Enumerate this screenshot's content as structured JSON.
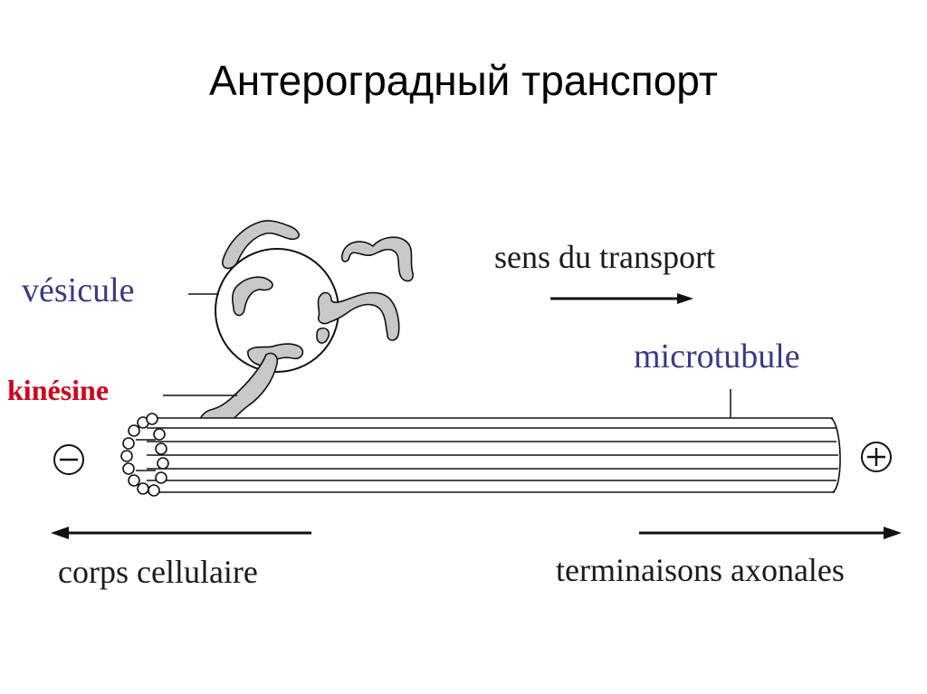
{
  "slide": {
    "title": "Антероградный транспорт"
  },
  "diagram": {
    "labels": {
      "vesicle": "vésicule",
      "kinesin": "kinésine",
      "transport_direction": "sens du transport",
      "microtubule": "microtubule",
      "minus_end": "⊖",
      "plus_end": "⊕",
      "cell_body": "corps cellulaire",
      "axon_terminals": "terminaisons axonales"
    },
    "colors": {
      "vesicle_label": "#3a3a86",
      "kinesin_label": "#d0021b",
      "microtubule_label": "#3a3a86",
      "body_text": "#1a1a1a",
      "protein_fill": "#c8c8c8"
    }
  }
}
